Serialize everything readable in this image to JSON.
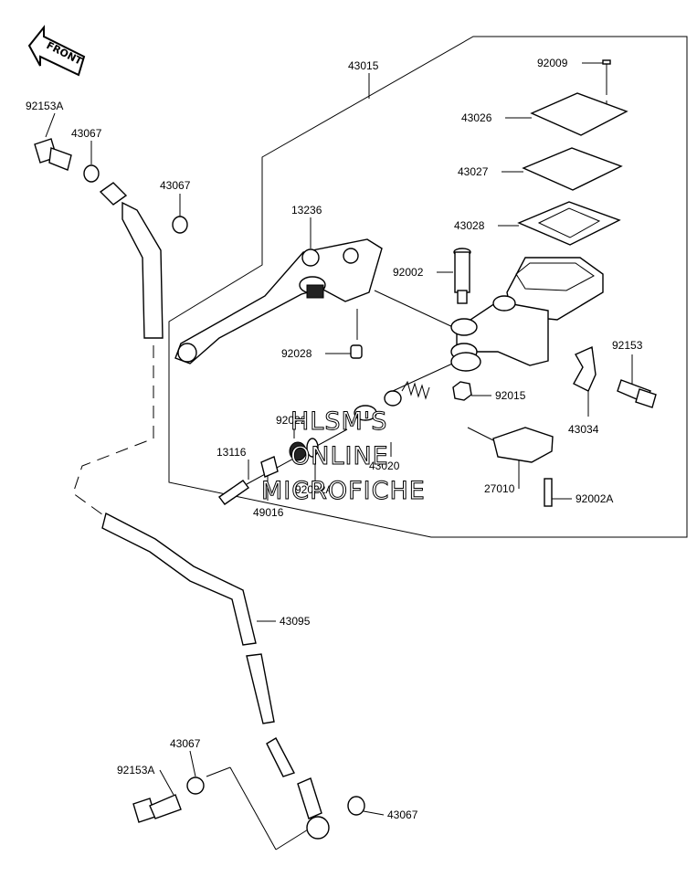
{
  "front_arrow": {
    "label": "FRONT"
  },
  "watermark": {
    "line1": "HLSM'S",
    "line2": "ONLINE",
    "line3": "MICROFICHE"
  },
  "parts": {
    "p43015": "43015",
    "p92009": "92009",
    "p43026": "43026",
    "p43027": "43027",
    "p43028": "43028",
    "p13236": "13236",
    "p92002": "92002",
    "p92028": "92028",
    "p92153": "92153",
    "p92015": "92015",
    "p43034": "43034",
    "p92022": "92022",
    "p43020": "43020",
    "p13116": "13116",
    "p92022A": "92022A",
    "p49016": "49016",
    "p27010": "27010",
    "p92002A": "92002A",
    "p92153A_top": "92153A",
    "p43067_top1": "43067",
    "p43067_top2": "43067",
    "p43095": "43095",
    "p43067_bot1": "43067",
    "p92153A_bot": "92153A",
    "p43067_bot2": "43067"
  }
}
